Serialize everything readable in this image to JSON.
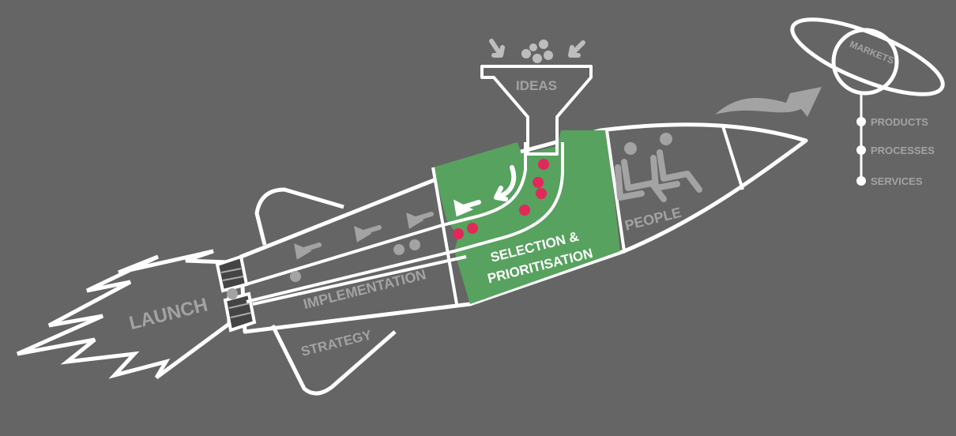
{
  "labels": {
    "launch": "LAUNCH",
    "strategy": "STRATEGY",
    "implementation": "IMPLEMENTATION",
    "selection_line1": "SELECTION &",
    "selection_line2": "PRIORITISATION",
    "people": "PEOPLE",
    "ideas": "IDEAS",
    "markets": "MARKETS"
  },
  "outputs": [
    {
      "label": "PRODUCTS"
    },
    {
      "label": "PROCESSES"
    },
    {
      "label": "SERVICES"
    }
  ],
  "colors": {
    "background": "#656565",
    "outline": "#ffffff",
    "muted": "#a3a3a3",
    "selection_panel": "#57a25f",
    "idea_dot": "#e2285a"
  },
  "icons": [
    "funnel-icon",
    "seat-icon",
    "arrow-left-icon",
    "curved-arrow-icon",
    "planet-icon",
    "swoosh-arrow-icon",
    "flame-icon"
  ]
}
